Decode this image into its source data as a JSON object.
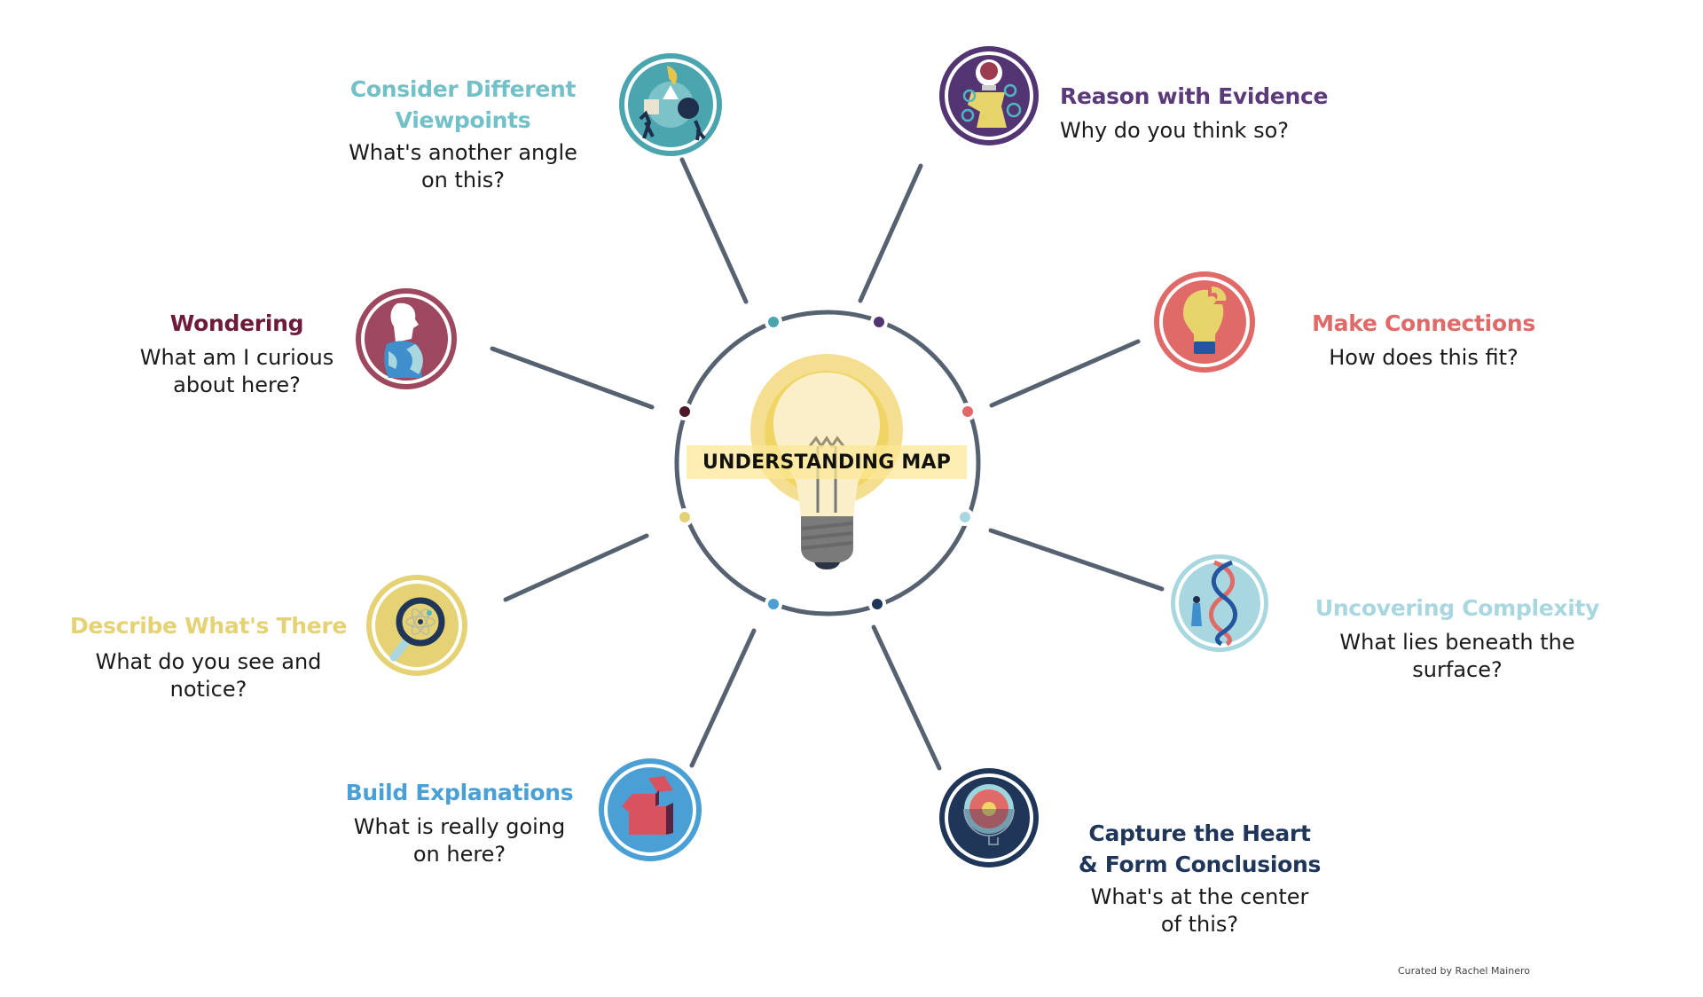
{
  "center": {
    "label": "UNDERSTANDING MAP",
    "ring_color": "#566270"
  },
  "nodes": [
    {
      "id": "consider-different-viewpoints",
      "title": "Consider Different\nViewpoints",
      "question": "What's another angle\non this?",
      "color": "#72c0c8",
      "icon_color": "#4ba5af",
      "icon": "people-pushing-shapes-icon"
    },
    {
      "id": "reason-with-evidence",
      "title": "Reason with Evidence",
      "question": "Why do you think so?",
      "color": "#5b3a7a",
      "icon_color": "#543574",
      "icon": "brain-bulb-gears-icon"
    },
    {
      "id": "make-connections",
      "title": "Make Connections",
      "question": "How does this fit?",
      "color": "#e06a68",
      "icon_color": "#e06a68",
      "icon": "puzzle-lightbulb-icon"
    },
    {
      "id": "uncovering-complexity",
      "title": "Uncovering Complexity",
      "question": "What lies beneath the\nsurface?",
      "color": "#a8d7e0",
      "icon_color": "#a8d7e0",
      "icon": "dna-helix-icon"
    },
    {
      "id": "capture-the-heart",
      "title": "Capture the Heart\n& Form Conclusions",
      "question": "What's at the center\nof this?",
      "color": "#1f3659",
      "icon_color": "#1f3659",
      "icon": "earth-core-icon"
    },
    {
      "id": "build-explanations",
      "title": "Build Explanations",
      "question": "What is really going\non here?",
      "color": "#4a9fd4",
      "icon_color": "#4a9fd4",
      "icon": "building-blocks-icon"
    },
    {
      "id": "describe-whats-there",
      "title": "Describe What's There",
      "question": "What do you see and\nnotice?",
      "color": "#e5d275",
      "icon_color": "#e5d275",
      "icon": "magnifying-glass-atom-icon"
    },
    {
      "id": "wondering",
      "title": "Wondering",
      "question": "What am I curious\nabout here?",
      "color": "#6e1a3a",
      "icon_color": "#9e4860",
      "icon": "thinking-person-icon"
    }
  ],
  "footer": {
    "credit": "Curated by Rachel Mainero"
  }
}
